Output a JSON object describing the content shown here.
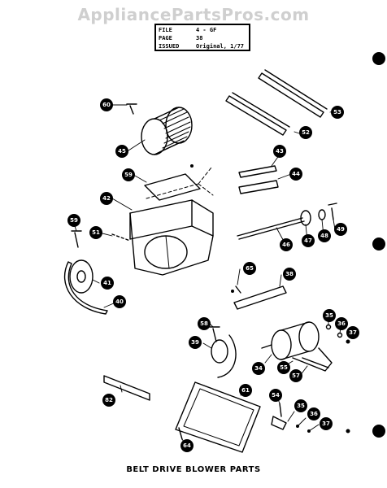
{
  "watermark": "AppliancePartsPros.com",
  "info": {
    "file_label": "FILE",
    "file_value": "4 - GF",
    "page_label": "PAGE",
    "page_value": "38",
    "issued_label": "ISSUED",
    "issued_value": "Original, 1/77"
  },
  "caption": "BELT DRIVE BLOWER PARTS",
  "callouts": [
    "60",
    "45",
    "53",
    "52",
    "43",
    "44",
    "59",
    "42",
    "59",
    "51",
    "48",
    "49",
    "46",
    "47",
    "41",
    "40",
    "65",
    "38",
    "58",
    "39",
    "35",
    "36",
    "37",
    "34",
    "55",
    "57",
    "82",
    "61",
    "54",
    "35",
    "36",
    "37",
    "64"
  ]
}
